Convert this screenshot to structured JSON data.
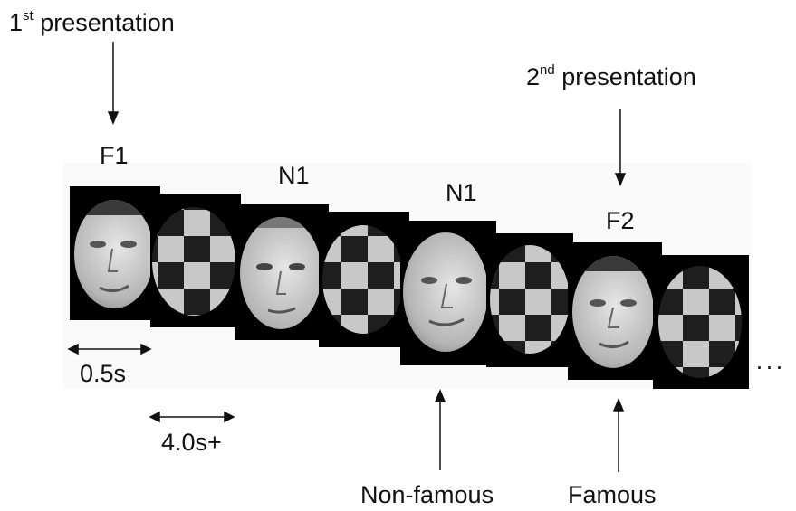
{
  "labels": {
    "first_presentation": {
      "ordinal": "1",
      "suffix": "st",
      "rest": " presentation"
    },
    "second_presentation": {
      "ordinal": "2",
      "suffix": "nd",
      "rest": " presentation"
    },
    "frames": [
      "F1",
      "N1",
      "N1",
      "F2"
    ],
    "timing_stimulus": "0.5s",
    "timing_isi": "4.0s+",
    "non_famous": "Non-famous",
    "famous": "Famous",
    "ellipsis": "···"
  },
  "colors": {
    "frame": "#000000",
    "checker_light": "#c8c8c8",
    "checker_dark": "#1e1e1e",
    "face_light": "#d9d9d9",
    "face_dark": "#8a8a8a"
  }
}
